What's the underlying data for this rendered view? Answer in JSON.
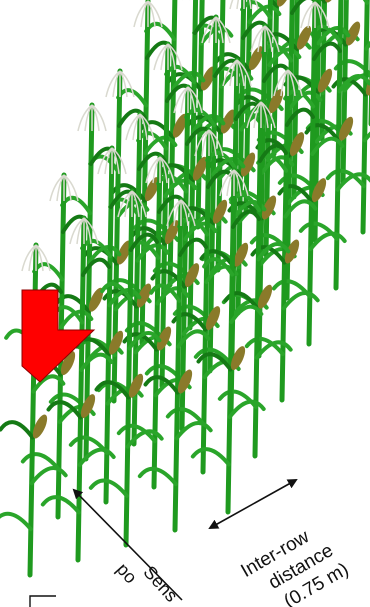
{
  "labels": {
    "inter_row_line1": "Inter-row",
    "inter_row_line2": "distance",
    "inter_row_line3": "(0.75 m)",
    "sensor_line1": "Sens",
    "sensor_line2": "po"
  },
  "colors": {
    "background": "#ffffff",
    "stalk": "#1f9a1f",
    "leaf": "#2aa52a",
    "leaf_dark": "#157a15",
    "ear": "#8a7a2a",
    "tassel": "#d9d9cf",
    "arrow": "#ff0000",
    "dimension_line": "#111111"
  },
  "icons": {
    "red_arrow": "down-arrow-icon",
    "dimension_arrow": "double-headed-arrow-icon"
  }
}
